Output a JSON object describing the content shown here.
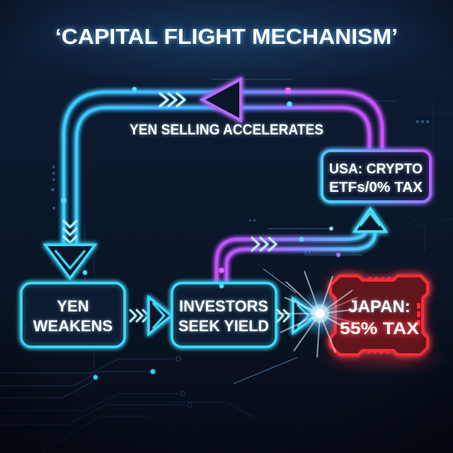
{
  "title": "‘CAPITAL FLIGHT MECHANISM’",
  "flow": {
    "loop_label": "YEN SELLING ACCELERATES",
    "nodes": {
      "yen_weakens": {
        "line1": "YEN",
        "line2": "WEAKENS"
      },
      "investors": {
        "line1": "INVESTORS",
        "line2": "SEEK YIELD"
      },
      "usa": {
        "line1": "USA: CRYPTO",
        "line2": "ETFs/0% TAX"
      },
      "japan": {
        "line1": "JAPAN:",
        "line2": "55% TAX"
      }
    }
  },
  "icons": {
    "loop_arrow": "left-arrow",
    "down_arrow": "down-arrow",
    "flow_arrow": "right-arrow",
    "to_usa_arrow": "up-arrow",
    "impact": "starburst",
    "speed_chevrons": "»»»"
  },
  "colors": {
    "background": "#0a1628",
    "cyan": "#3fd9ff",
    "blue": "#2f8fff",
    "purple": "#c44dff",
    "red": "#ff2936",
    "white": "#ffffff",
    "japan_tax": "#ff8585"
  }
}
